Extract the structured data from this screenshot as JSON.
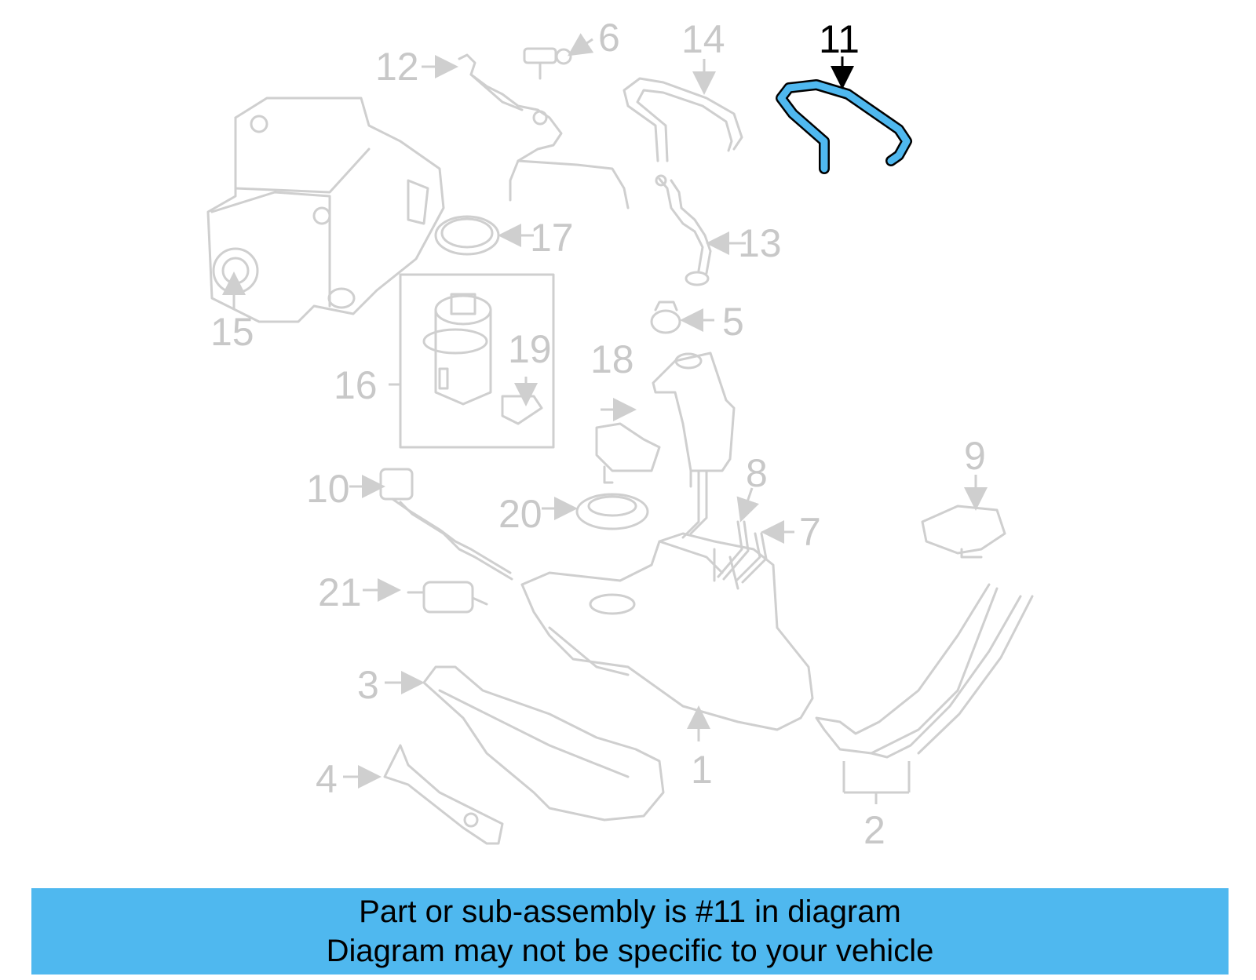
{
  "highlighted_part": "11",
  "labels": {
    "l1": "1",
    "l2": "2",
    "l3": "3",
    "l4": "4",
    "l5": "5",
    "l6": "6",
    "l7": "7",
    "l8": "8",
    "l9": "9",
    "l10": "10",
    "l11": "11",
    "l12": "12",
    "l13": "13",
    "l14": "14",
    "l15": "15",
    "l16": "16",
    "l17": "17",
    "l18": "18",
    "l19": "19",
    "l20": "20",
    "l21": "21"
  },
  "colors": {
    "highlight": "#4fb8ef",
    "parts": "#cfcfcf",
    "labels": "#c8c8c8"
  },
  "banner": {
    "line1": "Part or sub-assembly is #11 in diagram",
    "line2": "Diagram may not be specific to your vehicle"
  }
}
